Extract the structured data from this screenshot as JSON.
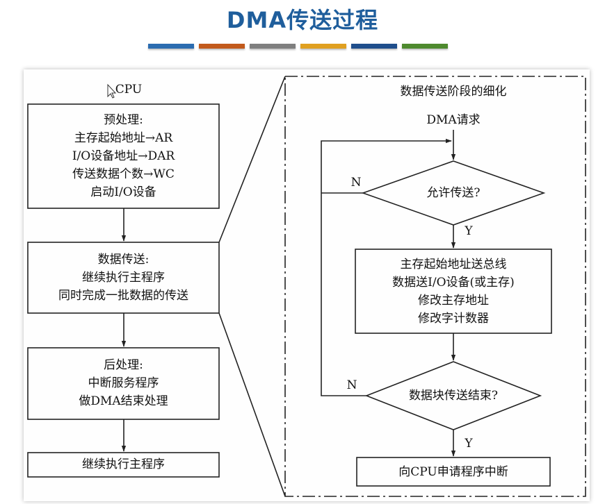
{
  "title": "DMA传送过程",
  "color_bars": [
    "#2b6cb0",
    "#c25a1c",
    "#7f7f7f",
    "#e0a020",
    "#1f4e8c",
    "#4e8a2e"
  ],
  "left": {
    "cpu_label": "CPU",
    "preprocess": {
      "heading": "预处理:",
      "lines": [
        "主存起始地址→AR",
        "I/O设备地址→DAR",
        "传送数据个数→WC",
        "启动I/O设备"
      ]
    },
    "transfer": {
      "heading": "数据传送:",
      "lines": [
        "继续执行主程序",
        "同时完成一批数据的传送"
      ]
    },
    "postprocess": {
      "heading": "后处理:",
      "lines": [
        "中断服务程序",
        "做DMA结束处理"
      ]
    },
    "continue_main": "继续执行主程序"
  },
  "right": {
    "heading": "数据传送阶段的细化",
    "dma_request": "DMA请求",
    "allow_decision": "允许传送?",
    "no_label_1": "N",
    "yes_label_1": "Y",
    "transfer_lines": [
      "主存起始地址送总线",
      "数据送I/O设备(或主存)",
      "修改主存地址",
      "修改字计数器"
    ],
    "end_decision": "数据块传送结束?",
    "no_label_2": "N",
    "yes_label_2": "Y",
    "interrupt_request": "向CPU申请程序中断"
  }
}
